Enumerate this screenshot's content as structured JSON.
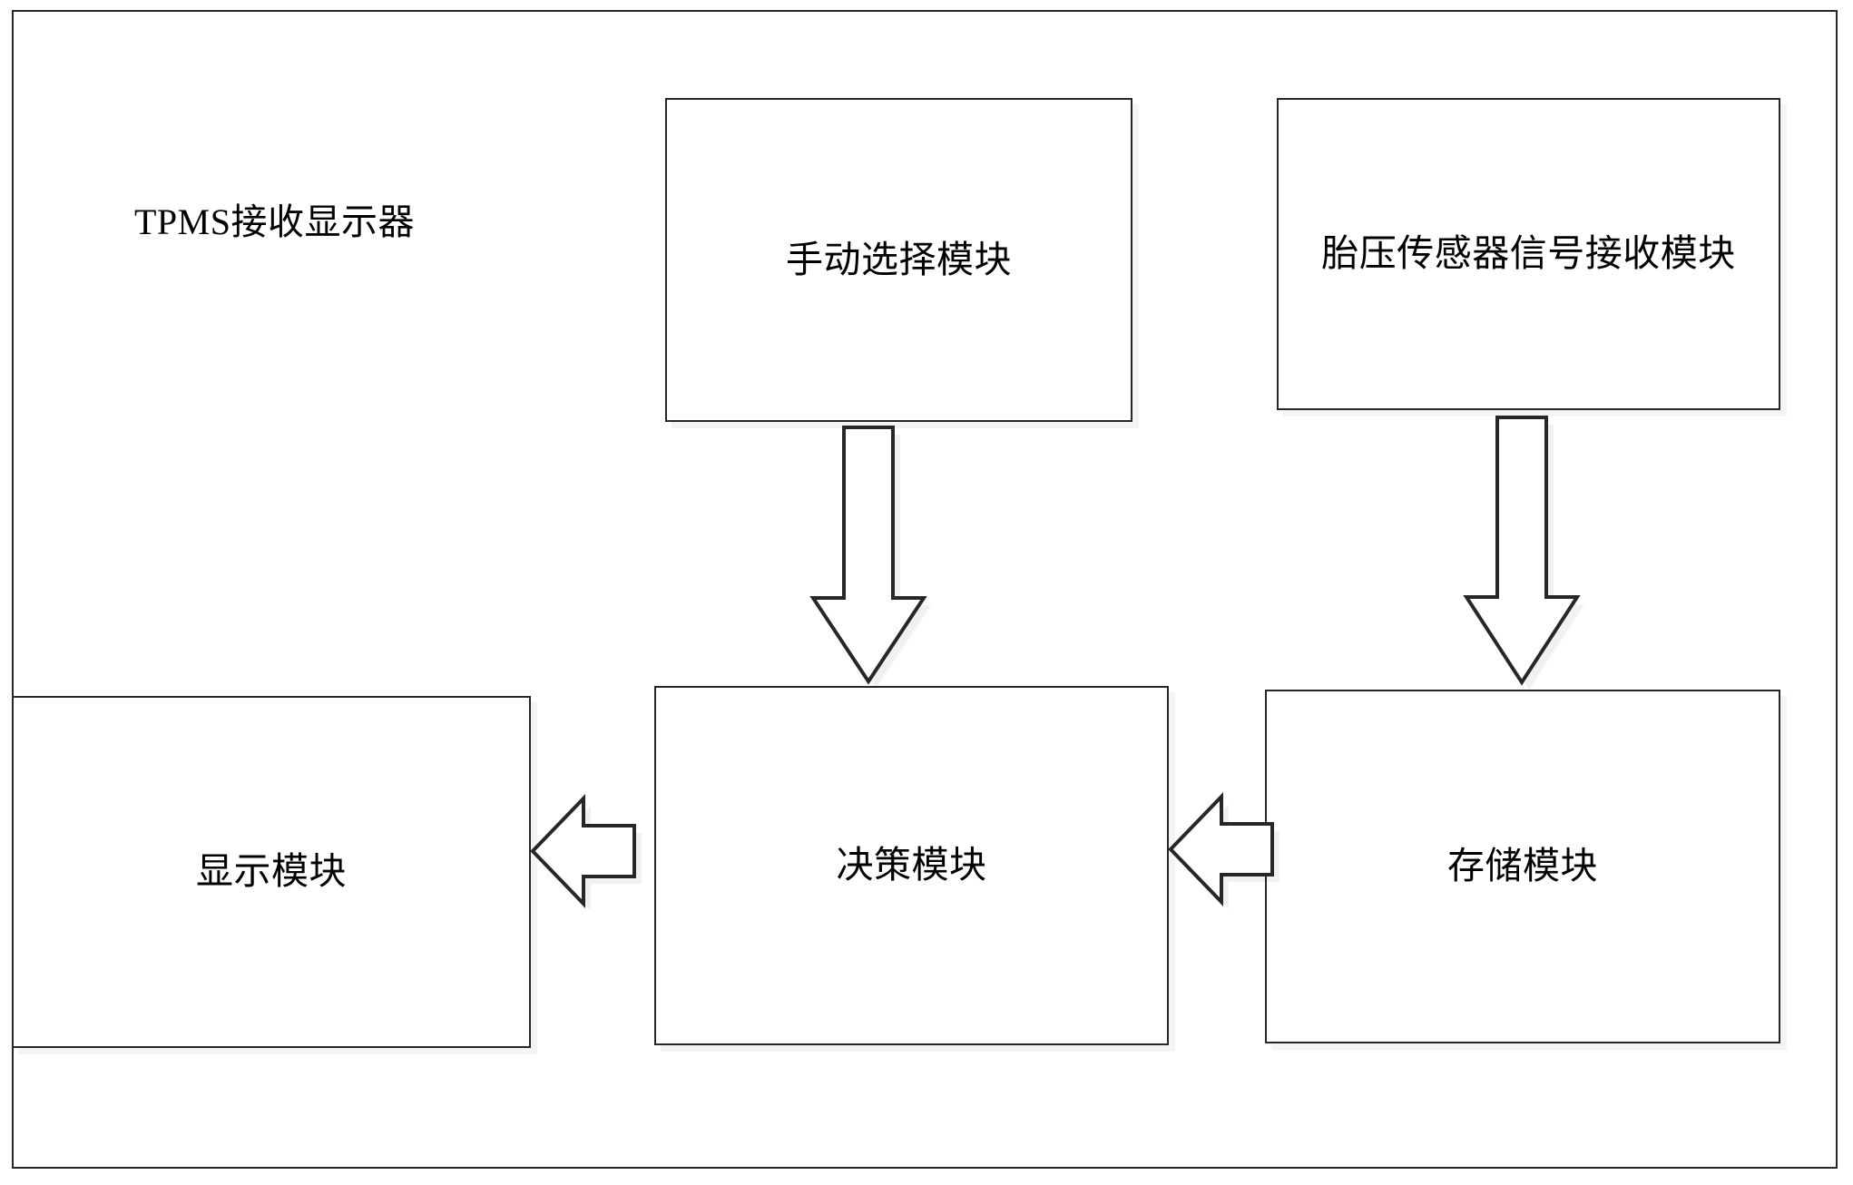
{
  "diagram": {
    "title": "TPMS接收显示器",
    "frame_label": "tpms-receiver-display-frame",
    "boxes": [
      {
        "id": "manual-select",
        "label": "手动选择模块"
      },
      {
        "id": "sensor-receive",
        "label": "胎压传感器信号接收模块"
      },
      {
        "id": "display",
        "label": "显示模块"
      },
      {
        "id": "decision",
        "label": "决策模块"
      },
      {
        "id": "storage",
        "label": "存储模块"
      }
    ],
    "arrows": [
      {
        "id": "manual-to-decision",
        "direction": "down",
        "from": "手动选择模块",
        "to": "决策模块"
      },
      {
        "id": "sensor-to-storage",
        "direction": "down",
        "from": "胎压传感器信号接收模块",
        "to": "存储模块"
      },
      {
        "id": "decision-to-display",
        "direction": "left",
        "from": "决策模块",
        "to": "显示模块"
      },
      {
        "id": "storage-to-decision",
        "direction": "left",
        "from": "存储模块",
        "to": "决策模块"
      }
    ],
    "colors": {
      "stroke": "#26262b",
      "fill": "#ffffff",
      "text": "#000000",
      "shadow": "rgba(0,0,0,0.05)"
    }
  }
}
